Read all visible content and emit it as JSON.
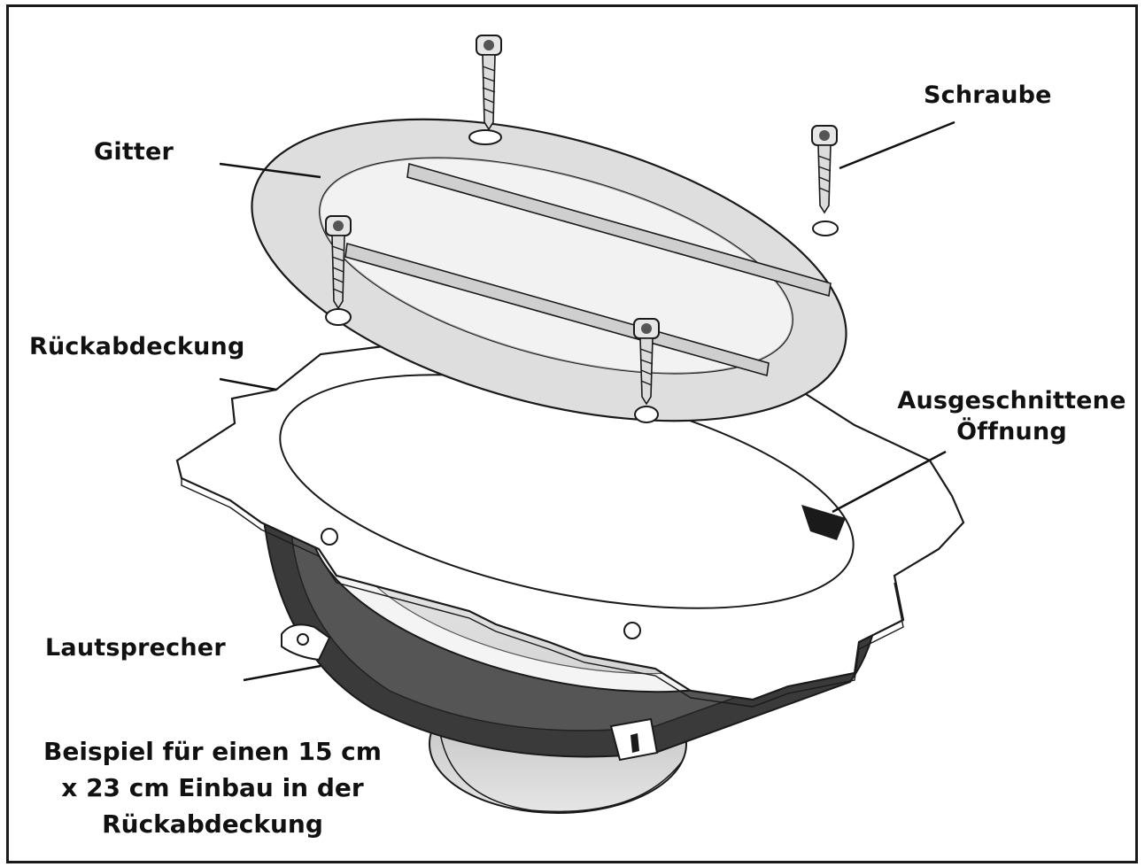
{
  "labels": {
    "gitter": "Gitter",
    "schraube": "Schraube",
    "rueckabdeckung": "Rückabdeckung",
    "ausgeschnittene_line1": "Ausgeschnittene",
    "ausgeschnittene_line2": "Öffnung",
    "lautsprecher": "Lautsprecher"
  },
  "caption": {
    "line1": "Beispiel für einen 15 cm",
    "line2": "x 23 cm Einbau in der",
    "line3": "Rückabdeckung"
  },
  "colors": {
    "outline": "#1a1a1a",
    "grille_fill": "#dedede",
    "plate_fill": "#ffffff",
    "speaker_frame": "#3a3a3a",
    "magnet": "#c8c8c8"
  }
}
